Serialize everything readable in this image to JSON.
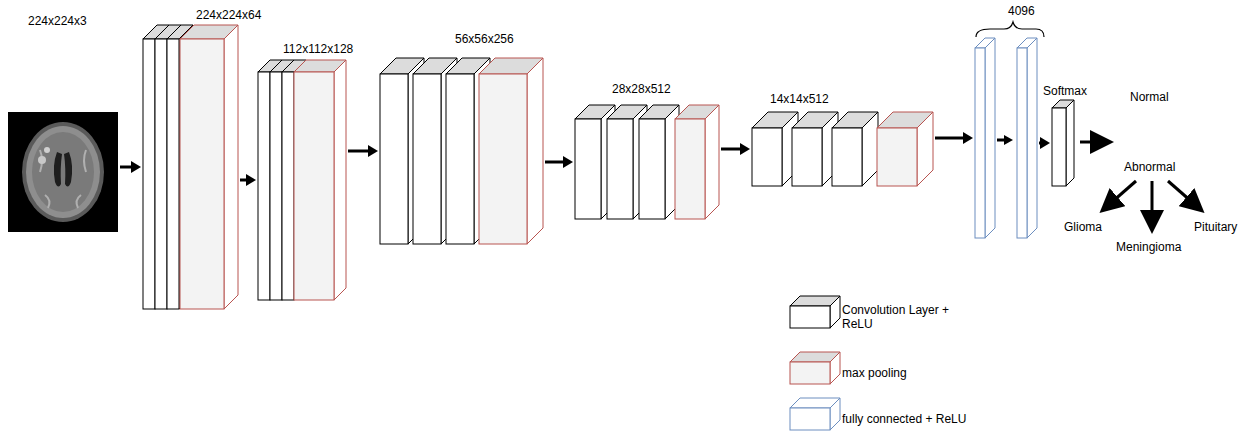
{
  "diagram": {
    "nodes": [
      {
        "text": [
          "224x224x3"
        ]
      },
      {
        "text": [
          "224x224x64"
        ]
      },
      {
        "text": [
          "112x112x128"
        ]
      },
      {
        "text": [
          "56x56x256"
        ]
      },
      {
        "text": [
          "28x28x512"
        ]
      },
      {
        "text": [
          "14x14x512"
        ]
      },
      {
        "text": [
          "4096"
        ]
      },
      {
        "text": [
          "Softmax"
        ]
      }
    ],
    "edges": [
      {
        "from": 0,
        "to": 1,
        "arrow": "to"
      },
      {
        "from": 1,
        "to": 2,
        "arrow": "to"
      },
      {
        "from": 2,
        "to": 3,
        "arrow": "to"
      },
      {
        "from": 3,
        "to": 4,
        "arrow": "to"
      },
      {
        "from": 4,
        "to": 5,
        "arrow": "to"
      },
      {
        "from": 5,
        "to": 6,
        "arrow": "to"
      },
      {
        "from": 6,
        "to": 7,
        "arrow": "to"
      }
    ],
    "labels": [
      "Normal",
      "Abnormal",
      "Glioma",
      "Meningioma",
      "Pituitary"
    ],
    "legend": [
      {
        "text": "Convolution Layer + ReLU"
      },
      {
        "text": "max pooling"
      },
      {
        "text": "fully connected + ReLU"
      }
    ]
  }
}
